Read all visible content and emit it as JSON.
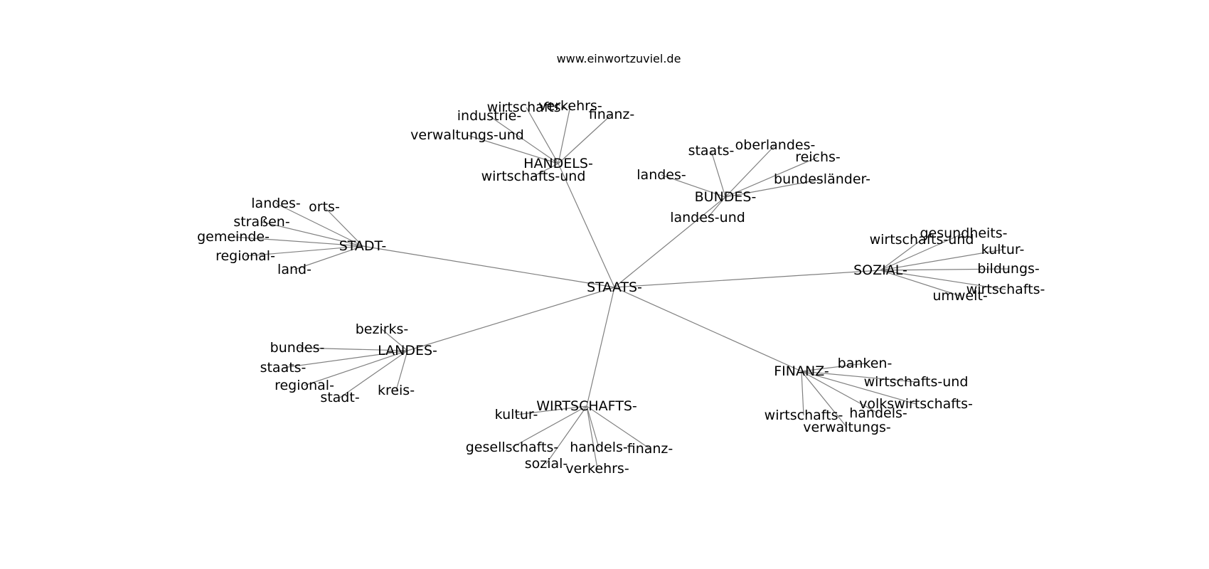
{
  "title": "www.einwortzuviel.de",
  "graph": {
    "nodes": [
      {
        "id": "STAATS-",
        "label": "STAATS-"
      },
      {
        "id": "HANDELS-",
        "label": "HANDELS-"
      },
      {
        "id": "BUNDES-",
        "label": "BUNDES-"
      },
      {
        "id": "STADT-",
        "label": "STADT-"
      },
      {
        "id": "SOZIAL-",
        "label": "SOZIAL-"
      },
      {
        "id": "LANDES-",
        "label": "LANDES-"
      },
      {
        "id": "FINANZ-",
        "label": "FINANZ-"
      },
      {
        "id": "WIRTSCHAFTS-",
        "label": "WIRTSCHAFTS-"
      },
      {
        "id": "HANDELS-.wirtschafts-",
        "label": "wirtschafts-"
      },
      {
        "id": "HANDELS-.verkehrs-",
        "label": "verkehrs-"
      },
      {
        "id": "HANDELS-.finanz-",
        "label": "finanz-"
      },
      {
        "id": "HANDELS-.industrie-",
        "label": "industrie-"
      },
      {
        "id": "HANDELS-.verwaltungs-und",
        "label": "verwaltungs-und"
      },
      {
        "id": "HANDELS-.wirtschafts-und",
        "label": "wirtschafts-und"
      },
      {
        "id": "BUNDES-.staats-",
        "label": "staats-"
      },
      {
        "id": "BUNDES-.oberlandes-",
        "label": "oberlandes-"
      },
      {
        "id": "BUNDES-.reichs-",
        "label": "reichs-"
      },
      {
        "id": "BUNDES-.landes-",
        "label": "landes-"
      },
      {
        "id": "BUNDES-.bundesländer-",
        "label": "bundesländer-"
      },
      {
        "id": "BUNDES-.landes-und",
        "label": "landes-und"
      },
      {
        "id": "STADT-.landes-",
        "label": "landes-"
      },
      {
        "id": "STADT-.orts-",
        "label": "orts-"
      },
      {
        "id": "STADT-.straßen-",
        "label": "straßen-"
      },
      {
        "id": "STADT-.gemeinde-",
        "label": "gemeinde-"
      },
      {
        "id": "STADT-.regional-",
        "label": "regional-"
      },
      {
        "id": "STADT-.land-",
        "label": "land-"
      },
      {
        "id": "SOZIAL-.wirtschafts-und",
        "label": "wirtschafts-und"
      },
      {
        "id": "SOZIAL-.gesundheits-",
        "label": "gesundheits-"
      },
      {
        "id": "SOZIAL-.kultur-",
        "label": "kultur-"
      },
      {
        "id": "SOZIAL-.bildungs-",
        "label": "bildungs-"
      },
      {
        "id": "SOZIAL-.wirtschafts-",
        "label": "wirtschafts-"
      },
      {
        "id": "SOZIAL-.umwelt-",
        "label": "umwelt-"
      },
      {
        "id": "LANDES-.bezirks-",
        "label": "bezirks-"
      },
      {
        "id": "LANDES-.bundes-",
        "label": "bundes-"
      },
      {
        "id": "LANDES-.staats-",
        "label": "staats-"
      },
      {
        "id": "LANDES-.regional-",
        "label": "regional-"
      },
      {
        "id": "LANDES-.stadt-",
        "label": "stadt-"
      },
      {
        "id": "LANDES-.kreis-",
        "label": "kreis-"
      },
      {
        "id": "FINANZ-.banken-",
        "label": "banken-"
      },
      {
        "id": "FINANZ-.wirtschafts-und",
        "label": "wirtschafts-und"
      },
      {
        "id": "FINANZ-.volkswirtschafts-",
        "label": "volkswirtschafts-"
      },
      {
        "id": "FINANZ-.handels-",
        "label": "handels-"
      },
      {
        "id": "FINANZ-.wirtschafts-",
        "label": "wirtschafts-"
      },
      {
        "id": "FINANZ-.verwaltungs-",
        "label": "verwaltungs-"
      },
      {
        "id": "WIRTSCHAFTS-.kultur-",
        "label": "kultur-"
      },
      {
        "id": "WIRTSCHAFTS-.gesellschafts-",
        "label": "gesellschafts-"
      },
      {
        "id": "WIRTSCHAFTS-.sozial-",
        "label": "sozial-"
      },
      {
        "id": "WIRTSCHAFTS-.handels-",
        "label": "handels-"
      },
      {
        "id": "WIRTSCHAFTS-.finanz-",
        "label": "finanz-"
      },
      {
        "id": "WIRTSCHAFTS-.verkehrs-",
        "label": "verkehrs-"
      }
    ],
    "edges": [
      [
        "STAATS-",
        "HANDELS-"
      ],
      [
        "STAATS-",
        "BUNDES-"
      ],
      [
        "STAATS-",
        "STADT-"
      ],
      [
        "STAATS-",
        "SOZIAL-"
      ],
      [
        "STAATS-",
        "LANDES-"
      ],
      [
        "STAATS-",
        "FINANZ-"
      ],
      [
        "STAATS-",
        "WIRTSCHAFTS-"
      ],
      [
        "HANDELS-",
        "HANDELS-.wirtschafts-"
      ],
      [
        "HANDELS-",
        "HANDELS-.verkehrs-"
      ],
      [
        "HANDELS-",
        "HANDELS-.finanz-"
      ],
      [
        "HANDELS-",
        "HANDELS-.industrie-"
      ],
      [
        "HANDELS-",
        "HANDELS-.verwaltungs-und"
      ],
      [
        "HANDELS-",
        "HANDELS-.wirtschafts-und"
      ],
      [
        "BUNDES-",
        "BUNDES-.staats-"
      ],
      [
        "BUNDES-",
        "BUNDES-.oberlandes-"
      ],
      [
        "BUNDES-",
        "BUNDES-.reichs-"
      ],
      [
        "BUNDES-",
        "BUNDES-.landes-"
      ],
      [
        "BUNDES-",
        "BUNDES-.bundesländer-"
      ],
      [
        "BUNDES-",
        "BUNDES-.landes-und"
      ],
      [
        "STADT-",
        "STADT-.landes-"
      ],
      [
        "STADT-",
        "STADT-.orts-"
      ],
      [
        "STADT-",
        "STADT-.straßen-"
      ],
      [
        "STADT-",
        "STADT-.gemeinde-"
      ],
      [
        "STADT-",
        "STADT-.regional-"
      ],
      [
        "STADT-",
        "STADT-.land-"
      ],
      [
        "SOZIAL-",
        "SOZIAL-.wirtschafts-und"
      ],
      [
        "SOZIAL-",
        "SOZIAL-.gesundheits-"
      ],
      [
        "SOZIAL-",
        "SOZIAL-.kultur-"
      ],
      [
        "SOZIAL-",
        "SOZIAL-.bildungs-"
      ],
      [
        "SOZIAL-",
        "SOZIAL-.wirtschafts-"
      ],
      [
        "SOZIAL-",
        "SOZIAL-.umwelt-"
      ],
      [
        "LANDES-",
        "LANDES-.bezirks-"
      ],
      [
        "LANDES-",
        "LANDES-.bundes-"
      ],
      [
        "LANDES-",
        "LANDES-.staats-"
      ],
      [
        "LANDES-",
        "LANDES-.regional-"
      ],
      [
        "LANDES-",
        "LANDES-.stadt-"
      ],
      [
        "LANDES-",
        "LANDES-.kreis-"
      ],
      [
        "FINANZ-",
        "FINANZ-.banken-"
      ],
      [
        "FINANZ-",
        "FINANZ-.wirtschafts-und"
      ],
      [
        "FINANZ-",
        "FINANZ-.volkswirtschafts-"
      ],
      [
        "FINANZ-",
        "FINANZ-.handels-"
      ],
      [
        "FINANZ-",
        "FINANZ-.wirtschafts-"
      ],
      [
        "FINANZ-",
        "FINANZ-.verwaltungs-"
      ],
      [
        "WIRTSCHAFTS-",
        "WIRTSCHAFTS-.kultur-"
      ],
      [
        "WIRTSCHAFTS-",
        "WIRTSCHAFTS-.gesellschafts-"
      ],
      [
        "WIRTSCHAFTS-",
        "WIRTSCHAFTS-.sozial-"
      ],
      [
        "WIRTSCHAFTS-",
        "WIRTSCHAFTS-.handels-"
      ],
      [
        "WIRTSCHAFTS-",
        "WIRTSCHAFTS-.finanz-"
      ],
      [
        "WIRTSCHAFTS-",
        "WIRTSCHAFTS-.verkehrs-"
      ]
    ]
  }
}
